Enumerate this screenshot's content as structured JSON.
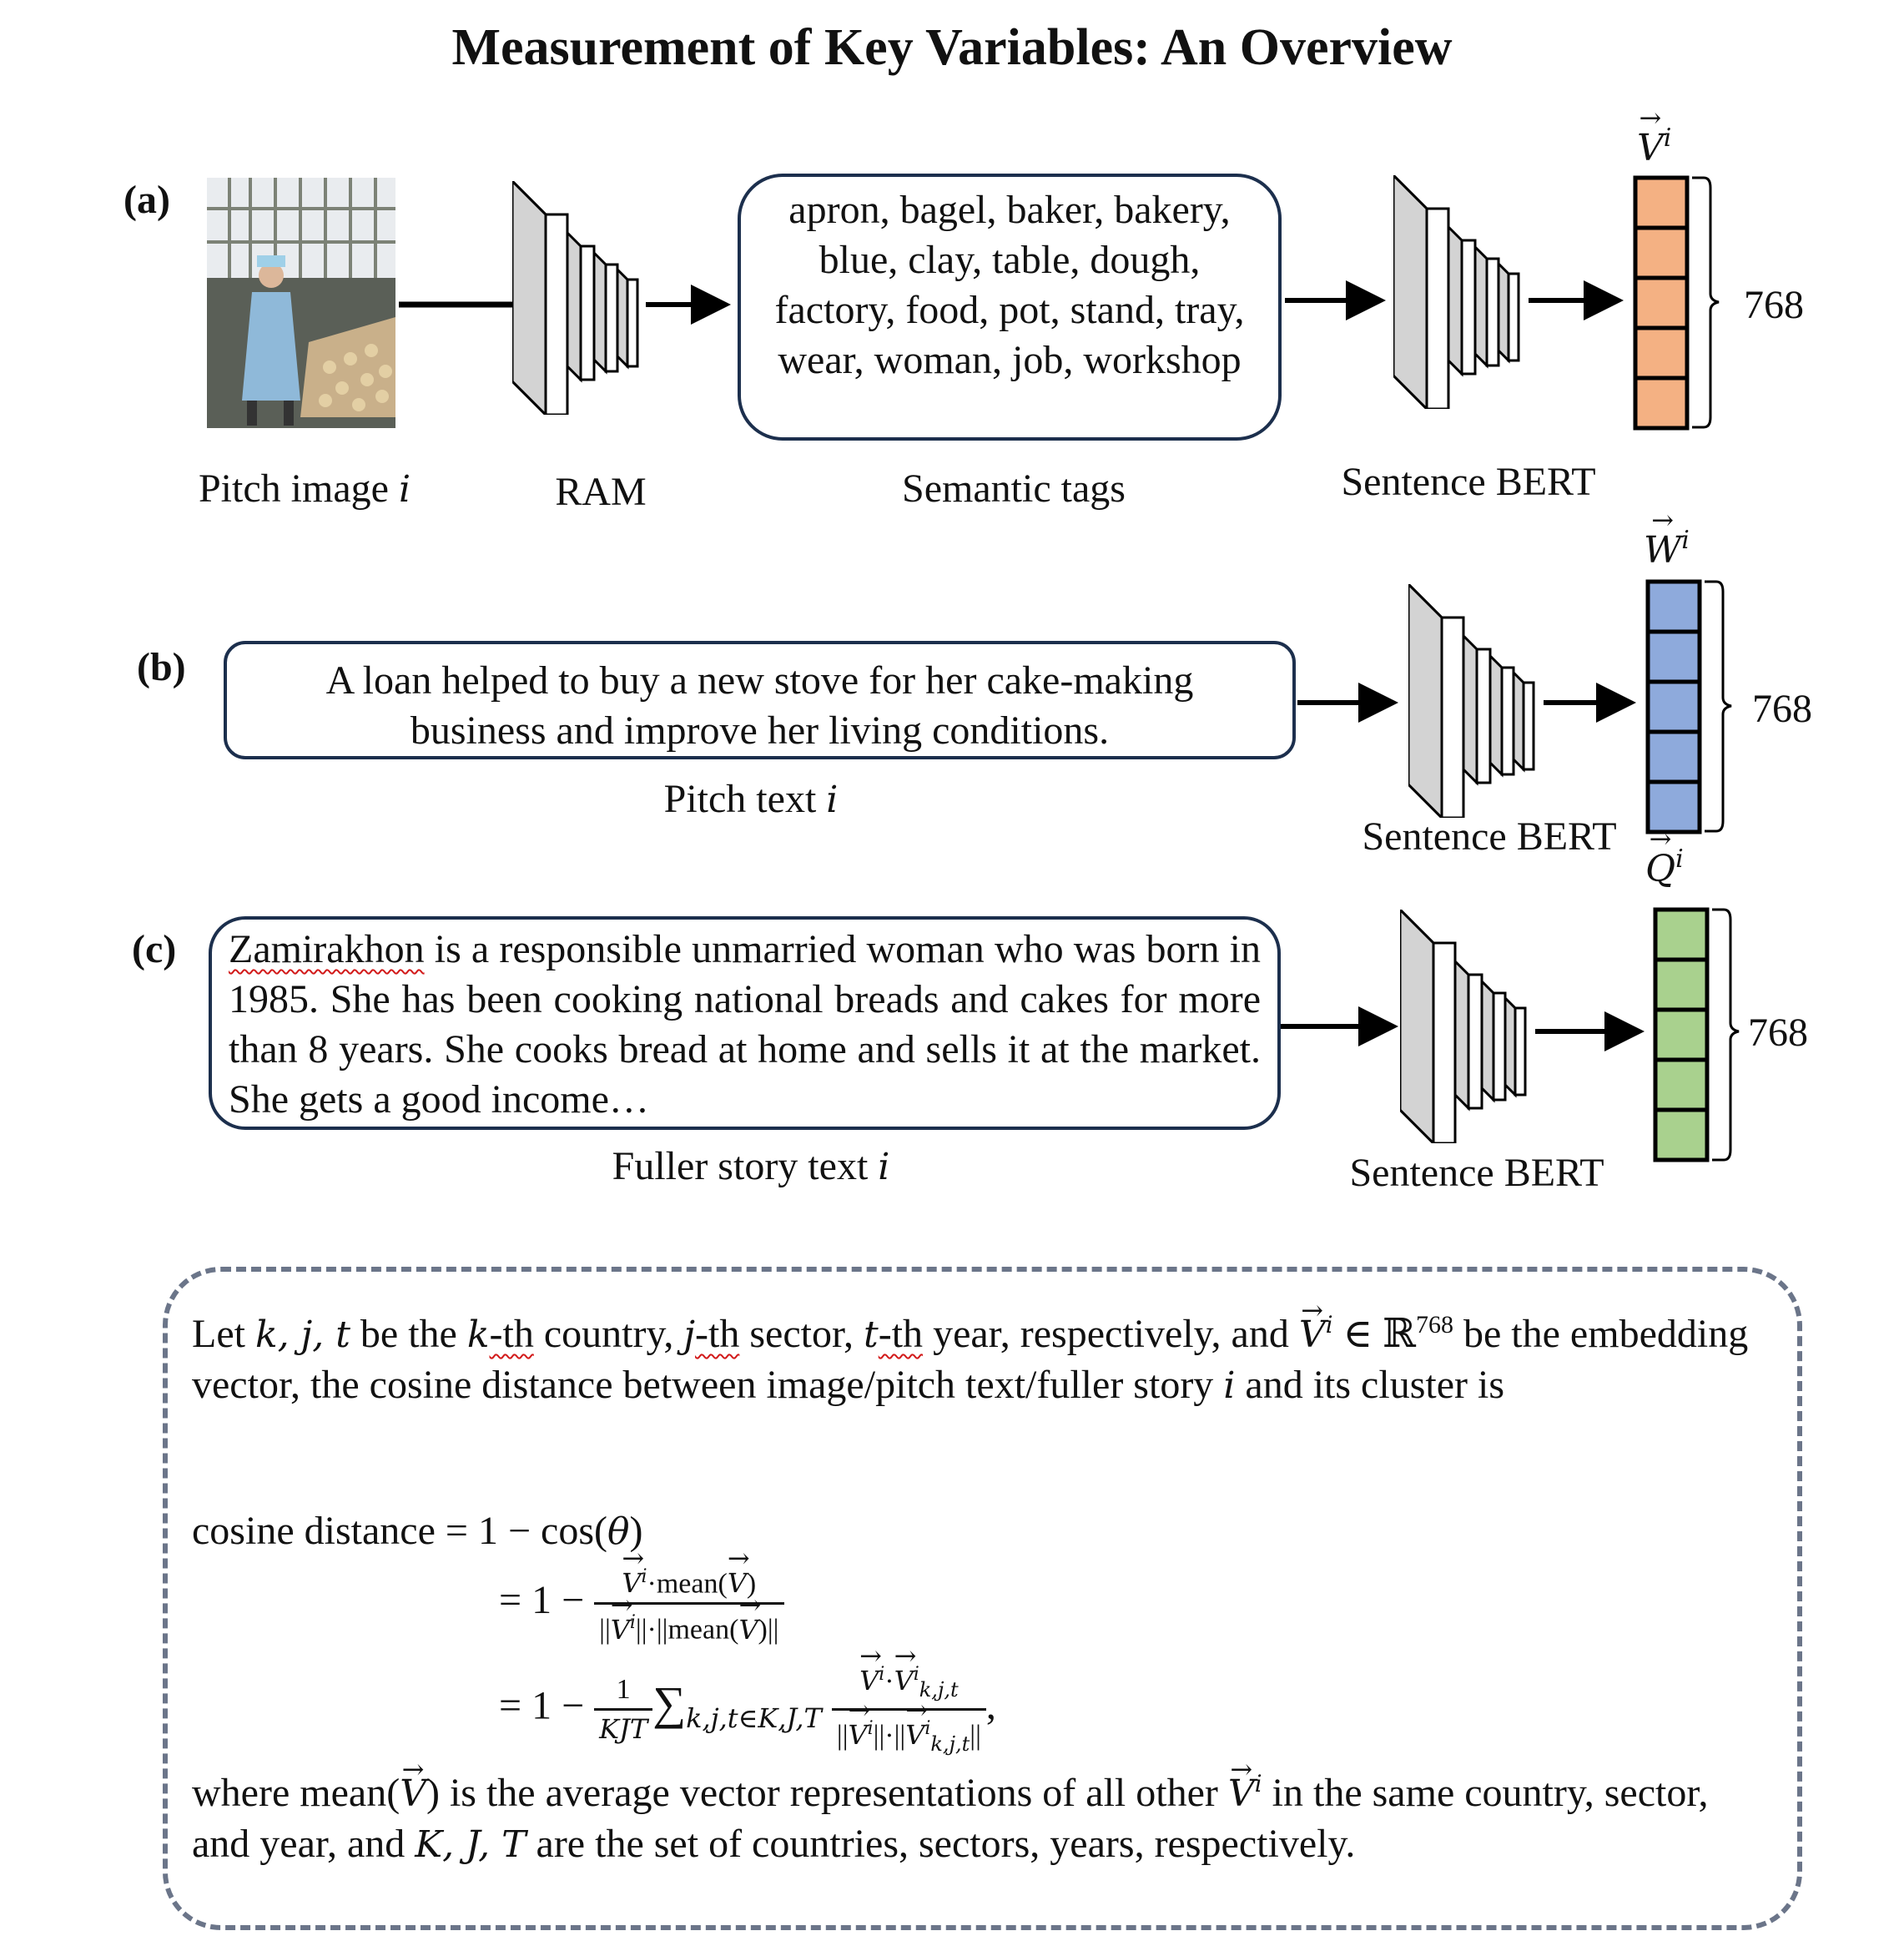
{
  "title": "Measurement of Key Variables: An Overview",
  "panel_a": {
    "label": "(a)",
    "image_caption": "Pitch image",
    "ram_caption": "RAM",
    "tags_caption": "Semantic tags",
    "semantic_tags": "apron, bagel, baker, bakery, blue, clay, table, dough, factory, food, pot, stand, tray, wear, woman, job, workshop",
    "bert_caption": "Sentence BERT",
    "vector_symbol": "V",
    "vector_dim": "768",
    "vector_color": "#f4b183"
  },
  "panel_b": {
    "label": "(b)",
    "pitch_text": "A loan helped to buy a new stove for her cake-making business and improve her living conditions.",
    "pitch_caption": "Pitch text",
    "bert_caption": "Sentence BERT",
    "vector_symbol": "W",
    "vector_dim": "768",
    "vector_color": "#8eaadc"
  },
  "panel_c": {
    "label": "(c)",
    "story_first_word": "Zamirakhon",
    "story_text": " is a responsible unmarried woman who was born in 1985. She has been cooking national breads and cakes for more than 8 years. She cooks bread at home and sells it at the market. She gets a good income…",
    "story_caption": "Fuller story text",
    "bert_caption": "Sentence BERT",
    "vector_symbol": "Q",
    "vector_dim": "768",
    "vector_color": "#a9d18e"
  },
  "index_symbol": "i",
  "formula": {
    "intro_1": "Let",
    "kjt": "k, j, t",
    "intro_2": "be the",
    "k": "k",
    "dash_th": "-th",
    "country": " country,",
    "j": "j",
    "sector": " sector,",
    "t": "t",
    "year": " year, respectively, and",
    "in_r": "∈ ℝ",
    "r_exp": "768",
    "intro_3": "be the embedding vector, the cosine distance between image/pitch text/fuller story",
    "intro_4": "and its cluster is",
    "line1_lhs": "cosine distance = 1 − cos(",
    "theta": "θ",
    "line1_close": ")",
    "eq": "= 1 −",
    "mean": "mean(",
    "close": ")",
    "one": "1",
    "KJT": "KJT",
    "sum": "∑",
    "sum_sub": "k,j,t∈K,J,T",
    "sub_kjt": "k,j,t",
    "where_1": "where mean(",
    "where_2": ") is the average vector representations of all other",
    "where_3": "in the same country, sector, and year, and",
    "KJT_set": "K, J, T",
    "where_4": "are the set of countries, sectors, years, respectively."
  }
}
